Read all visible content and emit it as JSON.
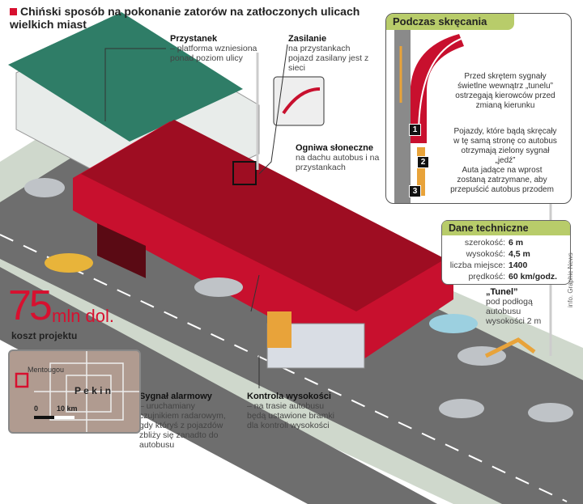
{
  "title": "Chiński sposób na pokonanie zatorów na zatłoczonych ulicach wielkich miast",
  "labels": {
    "przystanek": {
      "title": "Przystanek",
      "text": "– platforma wzniesiona ponad poziom ulicy"
    },
    "zasilanie": {
      "title": "Zasilanie",
      "text": "na przystankach pojazd zasilany jest z sieci"
    },
    "ogniwa": {
      "title": "Ogniwa słoneczne",
      "text": "na dachu autobus i na przystankach"
    },
    "tunel": {
      "title": "„Tunel”",
      "text": "pod podłogą autobusu wysokości 2 m"
    },
    "sygnal": {
      "title": "Sygnał alarmowy",
      "text": "– uruchamiany czujnikiem radarowym, gdy któryś z pojazdów zbliży się zanadto do autobusu"
    },
    "kontrola": {
      "title": "Kontrola wysokości",
      "text": "– na trasie autobusu będą ustawione bramki dla kontroli wysokości"
    }
  },
  "inset": {
    "title": "Podczas skręcania",
    "steps": [
      {
        "num": "1",
        "text": "Przed skrętem sygnały świetlne wewnątrz „tunelu” ostrzegają kierowców przed zmianą kierunku"
      },
      {
        "num": "2",
        "text": "Pojazdy, które bądą skręcały w tę samą stronę co autobus otrzymają zielony sygnał „jedź”"
      },
      {
        "num": "3",
        "text": "Auta jadące na wprost zostaną zatrzymane, aby przepuścić autobus przodem"
      }
    ]
  },
  "tech": {
    "title": "Dane techniczne",
    "rows": [
      {
        "key": "szerokość:",
        "value": "6 m"
      },
      {
        "key": "wysokość:",
        "value": "4,5 m"
      },
      {
        "key": "liczba miejsce:",
        "value": "1400"
      },
      {
        "key": "prędkość:",
        "value": "60 km/godz."
      }
    ]
  },
  "cost": {
    "value": "75",
    "unit": "mln dol.",
    "label": "koszt projektu"
  },
  "map": {
    "district": "Mentougou",
    "city": "P e k i n",
    "scale_start": "0",
    "scale_end": "10 km"
  },
  "credit": "info. Graphic News",
  "colors": {
    "accent": "#d7102f",
    "header": "#b8cc6a",
    "road": "#6e6e6e"
  }
}
